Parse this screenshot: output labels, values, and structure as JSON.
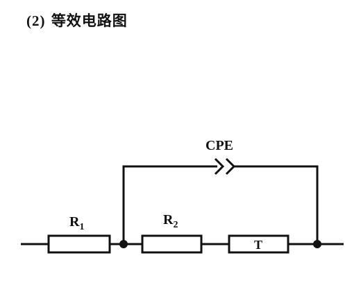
{
  "heading": {
    "number": "(2)",
    "title": "等效电路图"
  },
  "components": {
    "r1": {
      "letter": "R",
      "subscript": "1"
    },
    "r2": {
      "letter": "R",
      "subscript": "2"
    },
    "t": {
      "label": "T"
    },
    "cpe": {
      "label": "CPE"
    }
  },
  "colors": {
    "line": "#111111",
    "background": "#ffffff"
  }
}
